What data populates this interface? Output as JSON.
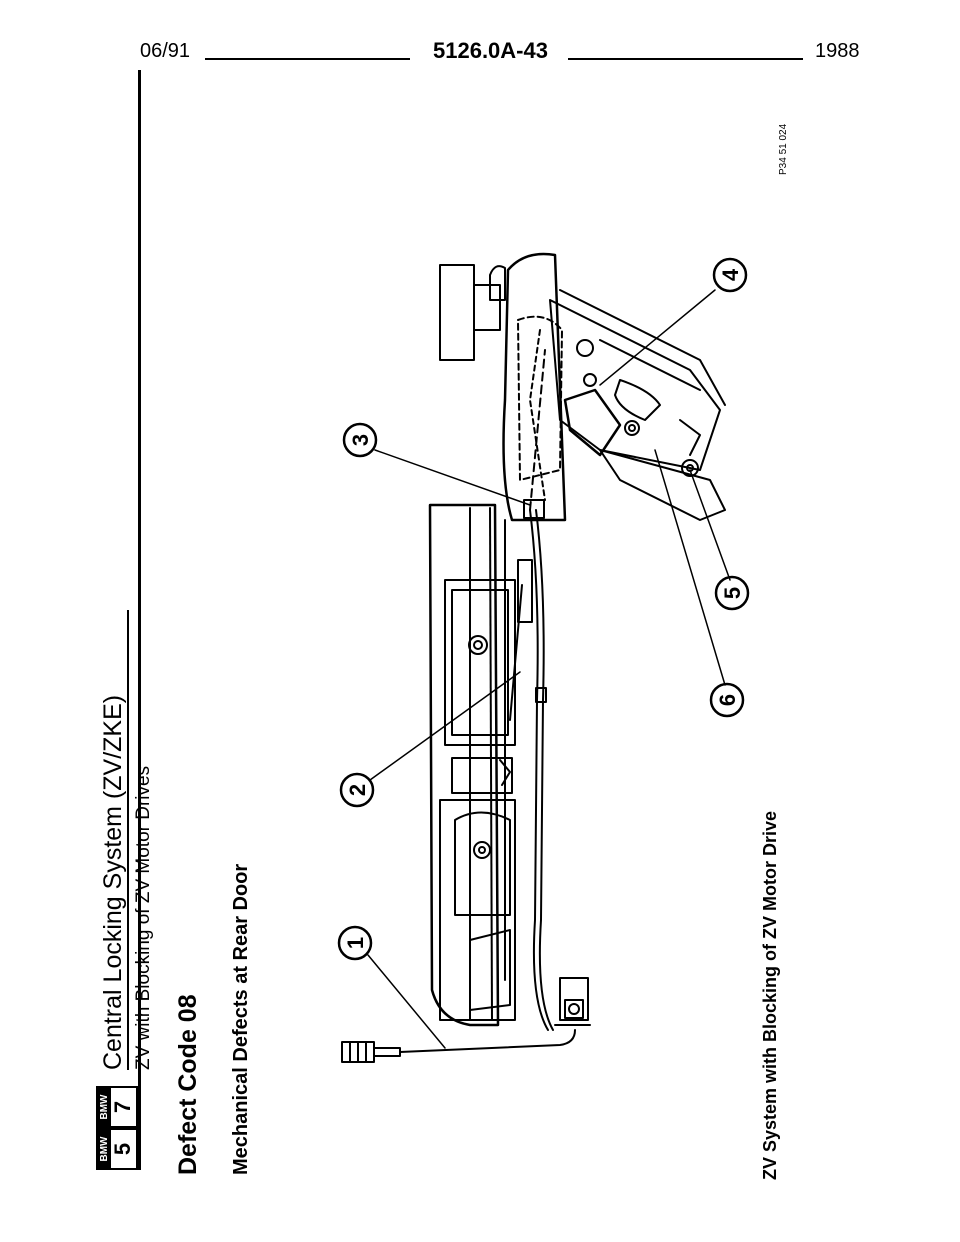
{
  "header": {
    "date": "06/91",
    "doc_number": "5126.0A-43",
    "year": "1988"
  },
  "badges": [
    {
      "brand": "BMW",
      "number": "5"
    },
    {
      "brand": "BMW",
      "number": "7"
    }
  ],
  "section": {
    "title": "Central Locking System (ZV/ZKE)",
    "subtitle": "ZV with Blocking of ZV Motor Drives"
  },
  "defect_code": "Defect Code 08",
  "heading": "Mechanical Defects at Rear Door",
  "figure": {
    "reference": "P34 51 024",
    "caption": "ZV System with Blocking of ZV Motor Drive",
    "callouts": [
      "1",
      "2",
      "3",
      "4",
      "5",
      "6"
    ]
  }
}
